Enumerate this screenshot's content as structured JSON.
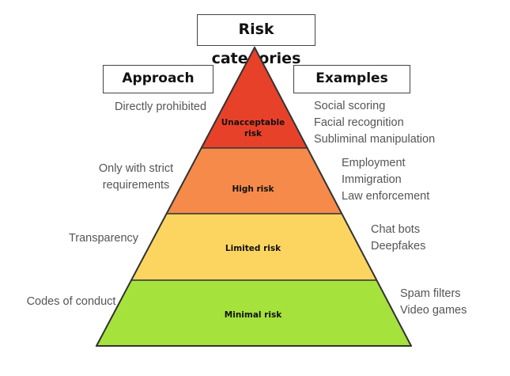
{
  "title": "Risk categories",
  "approach_header": "Approach",
  "examples_header": "Examples",
  "tiers": [
    {
      "label_lines": [
        "Unacceptable",
        "risk"
      ],
      "color": "#e8412a",
      "approach_lines": [
        "Directly prohibited"
      ],
      "examples": [
        "Social scoring",
        "Facial recognition",
        "Subliminal manipulation"
      ]
    },
    {
      "label_lines": [
        "High risk"
      ],
      "color": "#f58a4a",
      "approach_lines": [
        "Only with strict",
        "requirements"
      ],
      "examples": [
        "Employment",
        "Immigration",
        "Law enforcement"
      ]
    },
    {
      "label_lines": [
        "Limited risk"
      ],
      "color": "#fcd561",
      "approach_lines": [
        "Transparency"
      ],
      "examples": [
        "Chat bots",
        "Deepfakes"
      ]
    },
    {
      "label_lines": [
        "Minimal risk"
      ],
      "color": "#a5e33c",
      "approach_lines": [
        "Codes of conduct"
      ],
      "examples": [
        "Spam filters",
        "Video games"
      ]
    }
  ]
}
